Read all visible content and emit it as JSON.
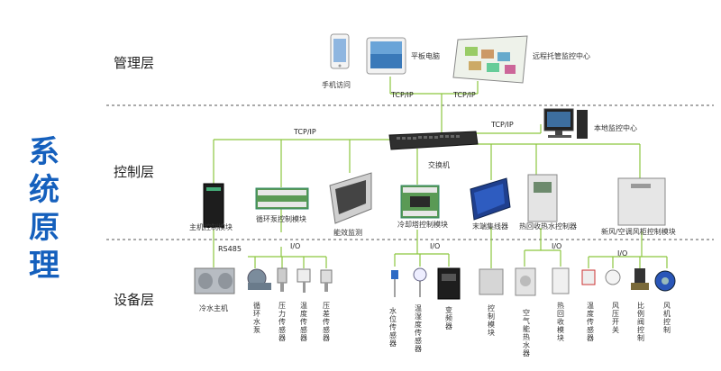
{
  "title": "系统原理",
  "layers": {
    "management": "管理层",
    "control": "控制层",
    "device": "设备层"
  },
  "protocols": {
    "tcp_ip": "TCP/IP",
    "rs485": "RS485",
    "io": "I/O"
  },
  "management_items": {
    "phone": "手机访问",
    "tablet": "平板电脑",
    "remote_center": "远程托管监控中心"
  },
  "control_items": {
    "switch": "交换机",
    "local_center": "本地监控中心",
    "host_module": "主机控制模块",
    "pump_module": "循环泵控制模块",
    "energy_monitor": "能效监测",
    "tower_module": "冷却塔控制模块",
    "terminal_bus": "末端集线器",
    "heat_recovery": "热回收热水控制器",
    "ahu_module": "新风/空调风柜控制模块"
  },
  "device_items": {
    "chiller": "冷水主机",
    "pump": "循环水泵",
    "pressure_sensor": "压力传感器",
    "temp_sensor": "温度传感器",
    "diff_pressure_sensor": "压差传感器",
    "level_sensor": "水位传感器",
    "temp_humidity_sensor": "温湿度传感器",
    "inverter": "变频器",
    "control_module": "控制模块",
    "air_heater": "空气能热水器",
    "heat_recovery_module": "热回收模块",
    "temp_sensor_2": "温度传感器",
    "pressure_switch": "风压开关",
    "proportional_valve": "比例阀控制",
    "fan_control": "风机控制"
  },
  "colors": {
    "title": "#1560bd",
    "link": "#8cc63f",
    "dashed_divider": "#555555"
  }
}
